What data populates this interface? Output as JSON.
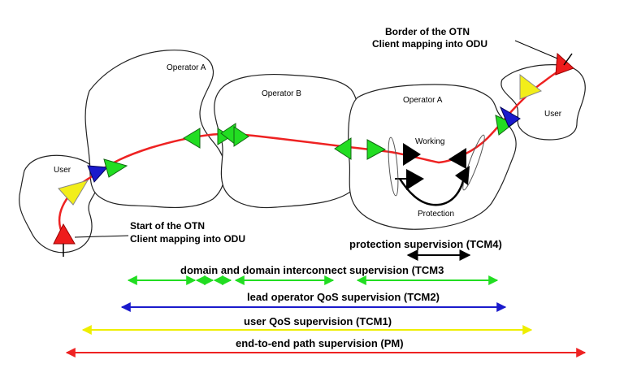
{
  "domains": {
    "user_left": "User",
    "operator_a_1": "Operator A",
    "operator_b": "Operator B",
    "operator_a_2": "Operator A",
    "user_right": "User"
  },
  "protection_labels": {
    "working": "Working",
    "protection": "Protection"
  },
  "callouts": {
    "border_line1": "Border of the OTN",
    "border_line2": "Client mapping into ODU",
    "start_line1": "Start of the OTN",
    "start_line2": "Client mapping into ODU"
  },
  "supervision_levels": [
    {
      "id": "tcm4",
      "label": "protection supervision (TCM4)",
      "color": "#000000"
    },
    {
      "id": "tcm3",
      "label": "domain and domain interconnect supervision (TCM3",
      "color": "#33dd33"
    },
    {
      "id": "tcm2",
      "label": "lead operator QoS supervision (TCM2)",
      "color": "#1a1acc"
    },
    {
      "id": "tcm1",
      "label": "user QoS supervision (TCM1)",
      "color": "#eeee00"
    },
    {
      "id": "pm",
      "label": "end-to-end path supervision (PM)",
      "color": "#ee2222"
    }
  ],
  "colors": {
    "path": "#ee2222",
    "pm": "#ee2222",
    "tcm1": "#eeee00",
    "tcm2": "#1a1acc",
    "tcm3": "#22dd22",
    "tcm4": "#000000"
  }
}
